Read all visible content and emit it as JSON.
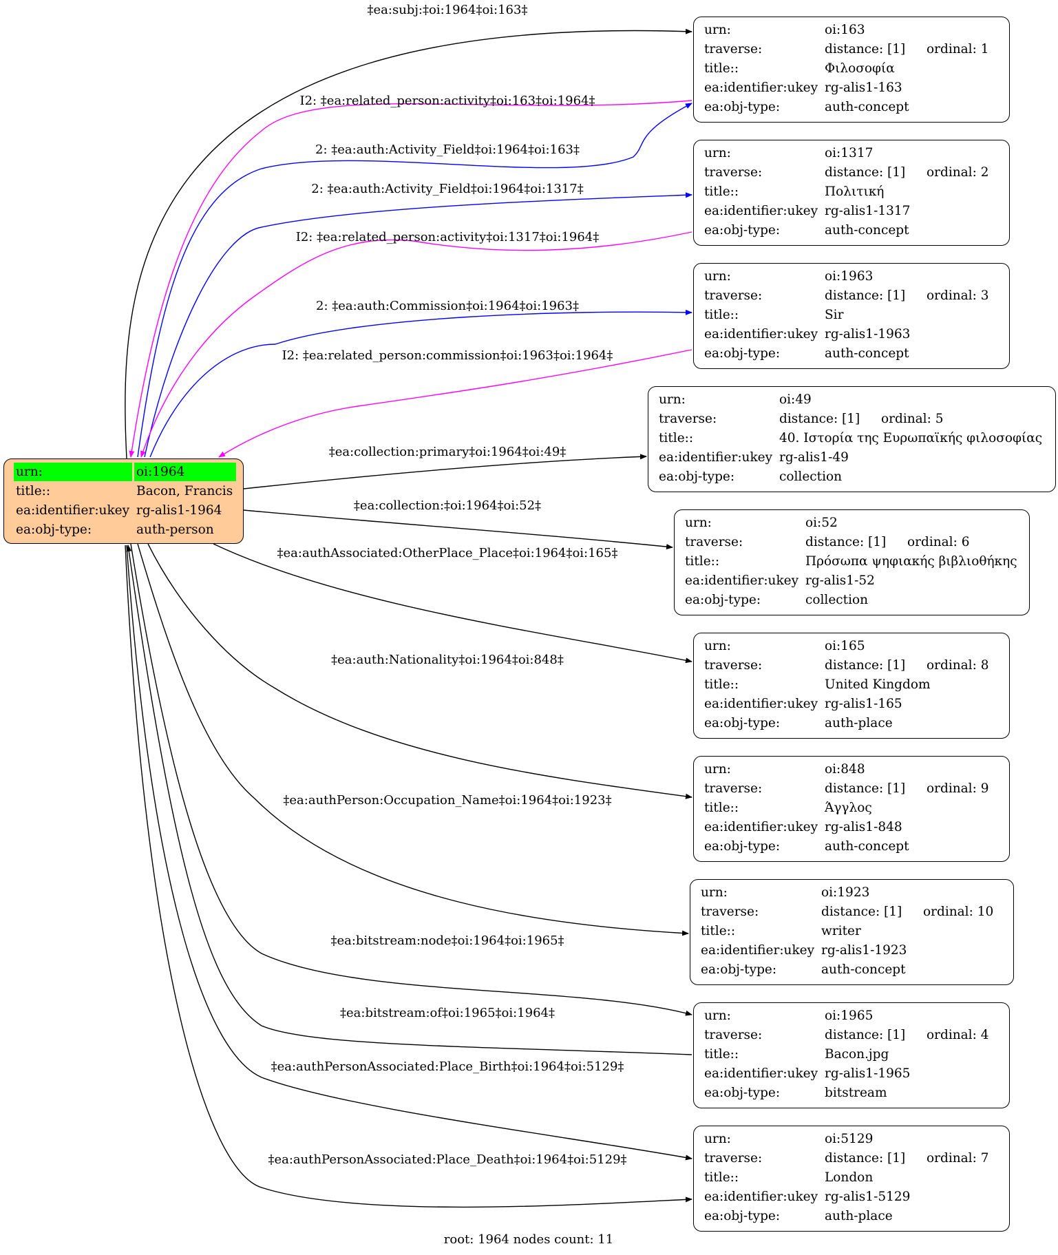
{
  "root": {
    "rows": [
      {
        "k": "urn:",
        "v": "oi:1964"
      },
      {
        "k": "title::",
        "v": "Bacon, Francis"
      },
      {
        "k": "ea:identifier:ukey",
        "v": "rg-alis1-1964"
      },
      {
        "k": "ea:obj-type:",
        "v": "auth-person"
      }
    ]
  },
  "nodes": [
    {
      "urn": "oi:163",
      "distance": "distance: [1]",
      "ordinal": "ordinal: 1",
      "title": "Φιλοσοφία",
      "ukey": "rg-alis1-163",
      "type": "auth-concept"
    },
    {
      "urn": "oi:1317",
      "distance": "distance: [1]",
      "ordinal": "ordinal: 2",
      "title": "Πολιτική",
      "ukey": "rg-alis1-1317",
      "type": "auth-concept"
    },
    {
      "urn": "oi:1963",
      "distance": "distance: [1]",
      "ordinal": "ordinal: 3",
      "title": "Sir",
      "ukey": "rg-alis1-1963",
      "type": "auth-concept"
    },
    {
      "urn": "oi:49",
      "distance": "distance: [1]",
      "ordinal": "ordinal: 5",
      "title": "40. Ιστορία της Ευρωπαϊκής φιλοσοφίας",
      "ukey": "rg-alis1-49",
      "type": "collection"
    },
    {
      "urn": "oi:52",
      "distance": "distance: [1]",
      "ordinal": "ordinal: 6",
      "title": "Πρόσωπα ψηφιακής βιβλιοθήκης",
      "ukey": "rg-alis1-52",
      "type": "collection"
    },
    {
      "urn": "oi:165",
      "distance": "distance: [1]",
      "ordinal": "ordinal: 8",
      "title": "United Kingdom",
      "ukey": "rg-alis1-165",
      "type": "auth-place"
    },
    {
      "urn": "oi:848",
      "distance": "distance: [1]",
      "ordinal": "ordinal: 9",
      "title": "Άγγλος",
      "ukey": "rg-alis1-848",
      "type": "auth-concept"
    },
    {
      "urn": "oi:1923",
      "distance": "distance: [1]",
      "ordinal": "ordinal: 10",
      "title": "writer",
      "ukey": "rg-alis1-1923",
      "type": "auth-concept"
    },
    {
      "urn": "oi:1965",
      "distance": "distance: [1]",
      "ordinal": "ordinal: 4",
      "title": "Bacon.jpg",
      "ukey": "rg-alis1-1965",
      "type": "bitstream"
    },
    {
      "urn": "oi:5129",
      "distance": "distance: [1]",
      "ordinal": "ordinal: 7",
      "title": "London",
      "ukey": "rg-alis1-5129",
      "type": "auth-place"
    }
  ],
  "field_labels": {
    "urn": "urn:",
    "traverse": "traverse:",
    "title": "title::",
    "ukey": "ea:identifier:ukey",
    "type": "ea:obj-type:"
  },
  "edges": [
    {
      "label": "‡ea:subj:‡oi:1964‡oi:163‡",
      "color": "#000000"
    },
    {
      "label": "I2: ‡ea:related_person:activity‡oi:163‡oi:1964‡",
      "color": "#ff00ff"
    },
    {
      "label": "2: ‡ea:auth:Activity_Field‡oi:1964‡oi:163‡",
      "color": "#0000ff"
    },
    {
      "label": "2: ‡ea:auth:Activity_Field‡oi:1964‡oi:1317‡",
      "color": "#0000ff"
    },
    {
      "label": "I2: ‡ea:related_person:activity‡oi:1317‡oi:1964‡",
      "color": "#ff00ff"
    },
    {
      "label": "2: ‡ea:auth:Commission‡oi:1964‡oi:1963‡",
      "color": "#0000ff"
    },
    {
      "label": "I2: ‡ea:related_person:commission‡oi:1963‡oi:1964‡",
      "color": "#ff00ff"
    },
    {
      "label": "‡ea:collection:primary‡oi:1964‡oi:49‡",
      "color": "#000000"
    },
    {
      "label": "‡ea:collection:‡oi:1964‡oi:52‡",
      "color": "#000000"
    },
    {
      "label": "‡ea:authAssociated:OtherPlace_Place‡oi:1964‡oi:165‡",
      "color": "#000000"
    },
    {
      "label": "‡ea:auth:Nationality‡oi:1964‡oi:848‡",
      "color": "#000000"
    },
    {
      "label": "‡ea:authPerson:Occupation_Name‡oi:1964‡oi:1923‡",
      "color": "#000000"
    },
    {
      "label": "‡ea:bitstream:node‡oi:1964‡oi:1965‡",
      "color": "#000000"
    },
    {
      "label": "‡ea:bitstream:of‡oi:1965‡oi:1964‡",
      "color": "#000000"
    },
    {
      "label": "‡ea:authPersonAssociated:Place_Birth‡oi:1964‡oi:5129‡",
      "color": "#000000"
    },
    {
      "label": "‡ea:authPersonAssociated:Place_Death‡oi:1964‡oi:5129‡",
      "color": "#000000"
    }
  ],
  "footer": "root: 1964 nodes count: 11",
  "colors": {
    "root_fill": "#ffcc99",
    "root_highlight": "#00ff00",
    "inverse_edge": "#ff00ff",
    "auth_edge": "#0000ff",
    "default_edge": "#000000"
  }
}
